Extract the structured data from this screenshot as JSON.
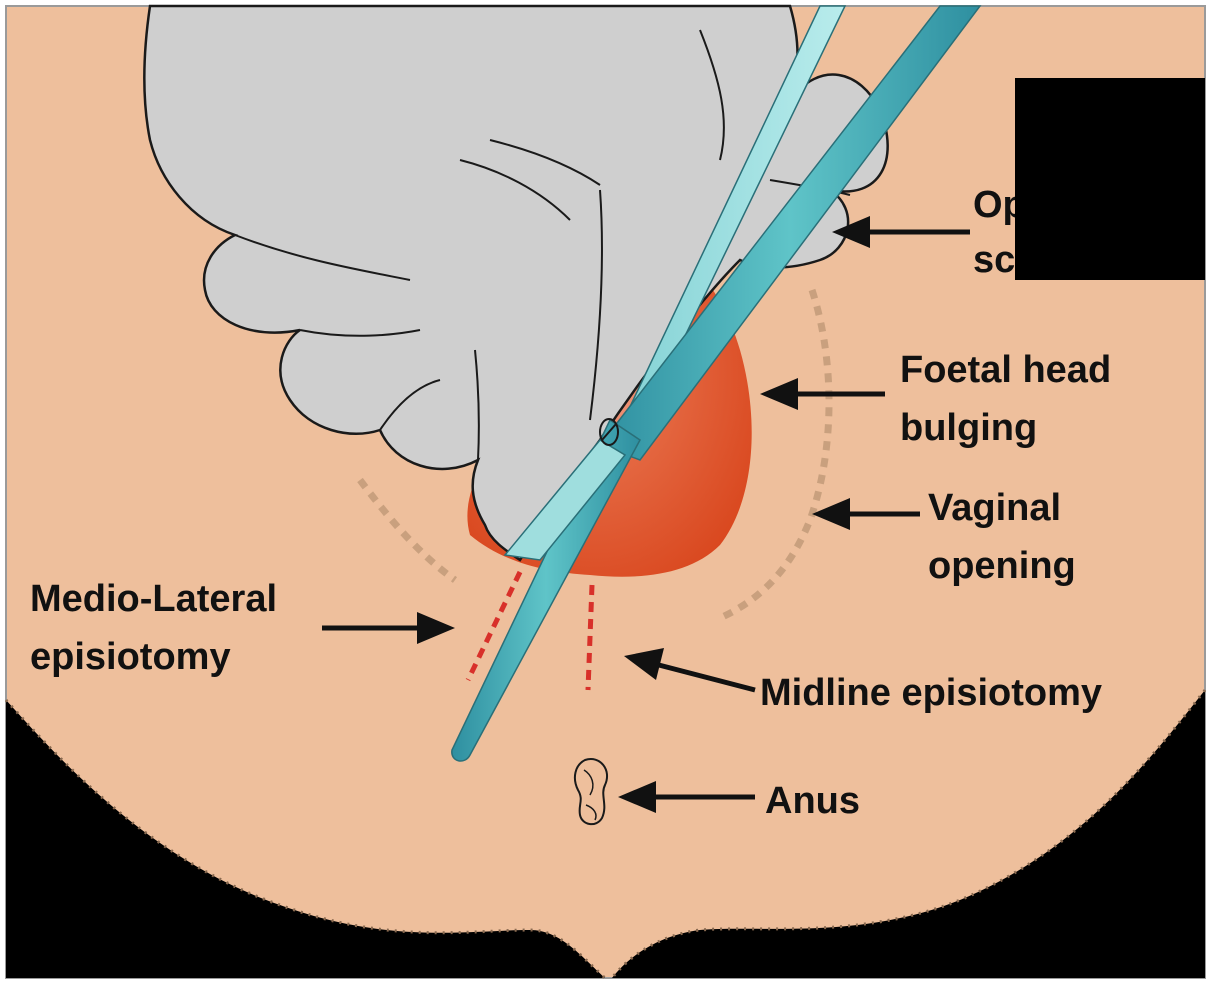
{
  "colors": {
    "skin": "#eebf9c",
    "skin_outline": "#8a6a50",
    "dark_background": "#000000",
    "glove": "#cfcfcf",
    "glove_outline": "#1a1a1a",
    "foetal_head": "#d9471e",
    "foetal_head_highlight": "#f7c8b8",
    "scissors": "#3aa7b3",
    "scissors_light": "#9fdede",
    "vaginal_opening_dash": "#c9a07e",
    "episiotomy_dash": "#d8302a",
    "label_text": "#111111",
    "arrow": "#111111",
    "redaction": "#000000"
  },
  "icons": {
    "arrow": "arrow-left-icon",
    "scissors": "scissors-icon",
    "glove": "gloved-hand-icon",
    "anus": "anus-outline-icon"
  },
  "labels": {
    "open_scissors_line1": "Op",
    "open_scissors_line2": "sc",
    "foetal_head_line1": "Foetal head",
    "foetal_head_line2": "bulging",
    "vaginal_opening_line1": "Vaginal",
    "vaginal_opening_line2": "opening",
    "mediolateral_line1": "Medio-Lateral",
    "mediolateral_line2": "episiotomy",
    "midline": "Midline episiotomy",
    "anus": "Anus"
  }
}
